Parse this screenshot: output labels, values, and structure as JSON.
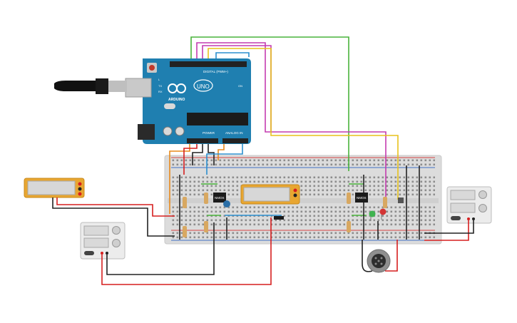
{
  "arduino": {
    "brand": "ARDUINO",
    "model": "UNO",
    "digital_header": "DIGITAL (PWM~)",
    "power_header": "POWER",
    "analog_header": "ANALOG IN",
    "led_labels": [
      "L",
      "TX",
      "RX",
      "ON"
    ],
    "colors": {
      "board": "#1f7fb0",
      "board_dark": "#15628a"
    }
  },
  "components": {
    "transistor_left_label": "NMOS",
    "transistor_right_label": "NMOS",
    "leds": [
      "green",
      "red"
    ],
    "speaker": "speaker-icon"
  },
  "wire_colors": {
    "red": "#d61f1f",
    "black": "#222222",
    "green": "#49b33b",
    "magenta": "#c43cb0",
    "yellow": "#e7c21c",
    "blue": "#2b8fcf",
    "orange": "#e88a1c"
  }
}
